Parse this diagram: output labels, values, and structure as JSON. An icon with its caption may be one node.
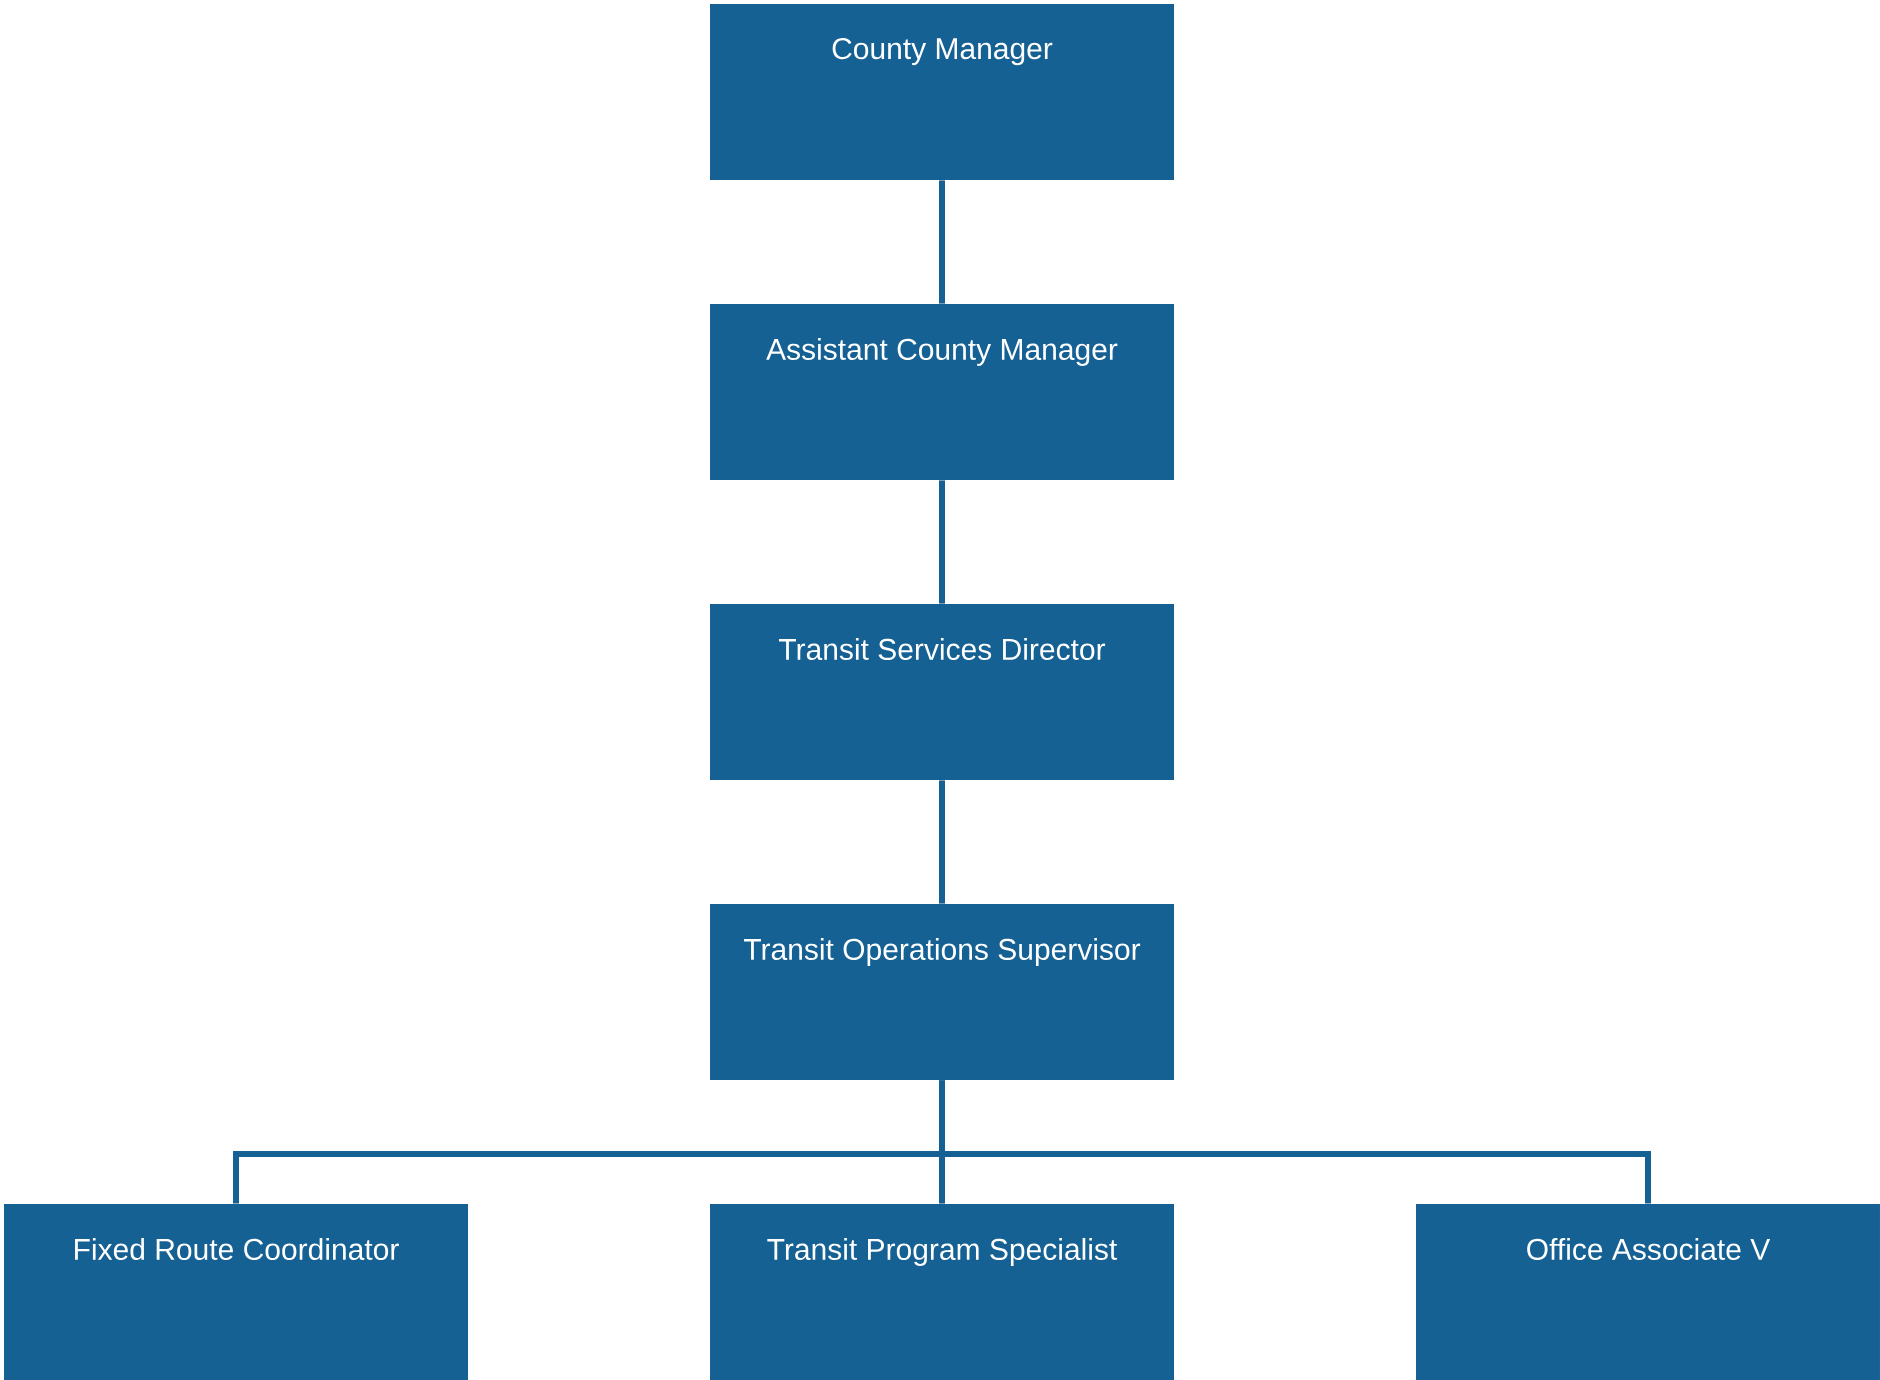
{
  "diagram": {
    "nodes": [
      {
        "text": [
          "County Manager"
        ]
      },
      {
        "text": [
          "Assistant County Manager"
        ]
      },
      {
        "text": [
          "Transit Services Director"
        ]
      },
      {
        "text": [
          "Transit Operations Supervisor"
        ]
      },
      {
        "text": [
          "Fixed Route Coordinator"
        ]
      },
      {
        "text": [
          "Transit Program Specialist"
        ]
      },
      {
        "text": [
          "Office Associate V"
        ]
      }
    ],
    "edges": [
      {
        "from": 0,
        "to": 1,
        "arrow": "none"
      },
      {
        "from": 1,
        "to": 2,
        "arrow": "none"
      },
      {
        "from": 2,
        "to": 3,
        "arrow": "none"
      },
      {
        "from": 3,
        "to": 4,
        "arrow": "none"
      },
      {
        "from": 3,
        "to": 5,
        "arrow": "none"
      },
      {
        "from": 3,
        "to": 6,
        "arrow": "none"
      }
    ]
  }
}
